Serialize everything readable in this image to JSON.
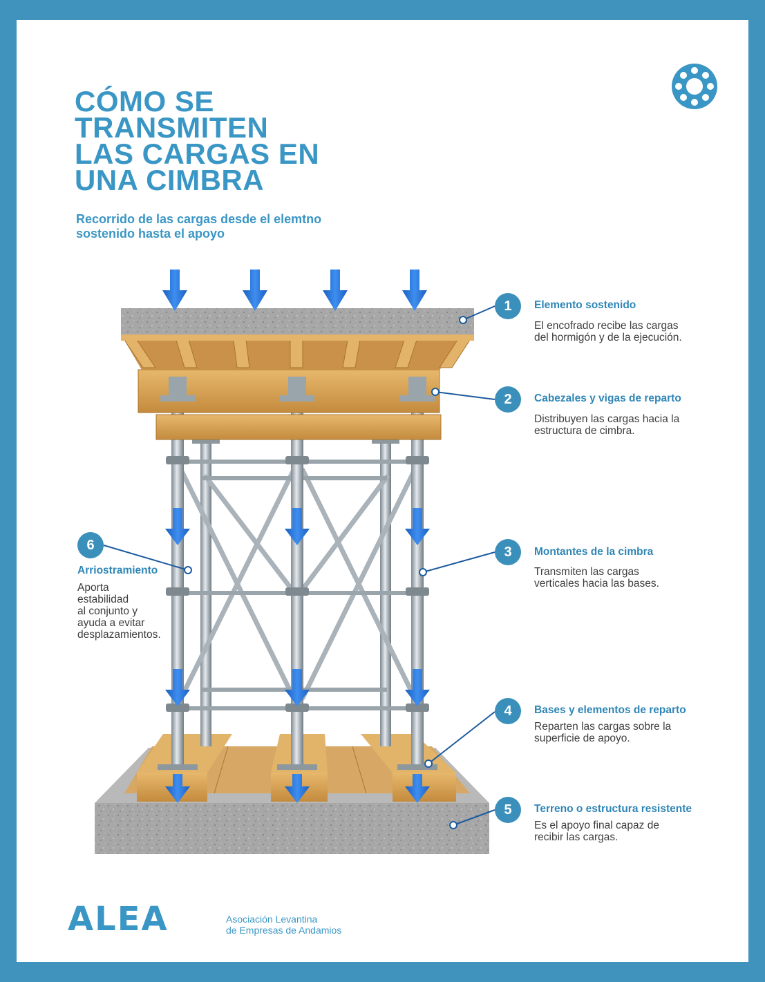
{
  "header": {
    "title_lines": [
      "CÓMO SE",
      "TRANSMITEN",
      "LAS CARGAS EN",
      "UNA CIMBRA"
    ],
    "subtitle_lines": [
      "Recorrido de las cargas desde el elemtno",
      "sostenido hasta el apoyo"
    ]
  },
  "labels": [
    {
      "number": "1",
      "title": "Elemento sostenido",
      "desc": [
        "El encofrado recibe las cargas",
        "del hormigón y de la ejecución."
      ]
    },
    {
      "number": "2",
      "title": "Cabezales y vigas de reparto",
      "desc": [
        "Distribuyen las cargas hacia la",
        "estructura de cimbra."
      ]
    },
    {
      "number": "3",
      "title": "Montantes de la cimbra",
      "desc": [
        "Transmiten las cargas",
        "verticales hacia las bases."
      ]
    },
    {
      "number": "4",
      "title": "Bases y elementos de reparto",
      "desc": [
        "Reparten las cargas sobre la",
        "superficie de apoyo."
      ]
    },
    {
      "number": "5",
      "title": "Terreno o estructura resistente",
      "desc": [
        "Es el apoyo final capaz de",
        "recibir las cargas."
      ]
    },
    {
      "number": "6",
      "title": "Arriostramiento",
      "desc": [
        "Aporta",
        "estabilidad",
        "al conjunto y",
        "ayuda a evitar",
        "desplazamientos."
      ]
    }
  ],
  "footer": {
    "brand": "ALEA",
    "brand_sub_lines": [
      "Asociación Levantina",
      "de Empresas de Andamios"
    ]
  },
  "colors": {
    "frame": "#3f93bd",
    "accent": "#3a96c4",
    "badge": "#3a8fbb",
    "arrow": "#1f6fd1",
    "wood": "#d6a25a",
    "concrete": "#a9a9a9",
    "steel": "#b9c1c7"
  },
  "icons": [
    "ring-logo-icon",
    "load-arrow-icon"
  ]
}
